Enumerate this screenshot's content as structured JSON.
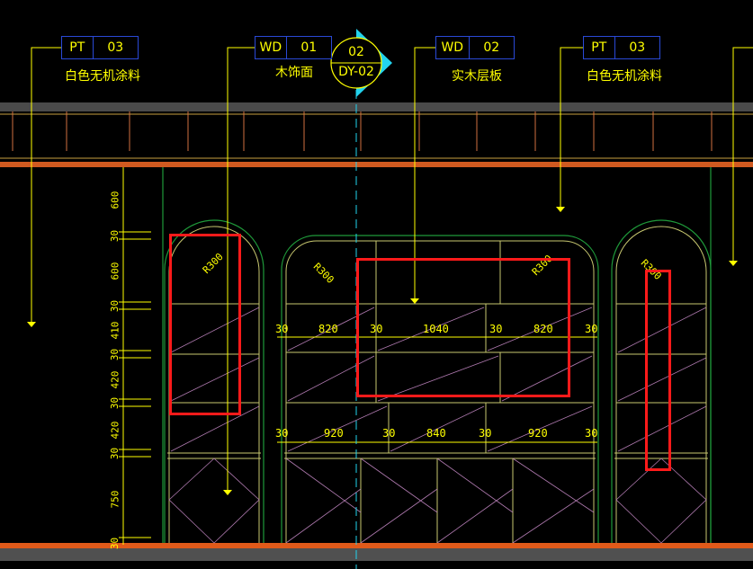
{
  "material_tags": [
    {
      "code": "PT",
      "number": "03",
      "name": "白色无机涂料"
    },
    {
      "code": "WD",
      "number": "01",
      "name": "木饰面"
    },
    {
      "code": "WD",
      "number": "02",
      "name": "实木层板"
    },
    {
      "code": "PT",
      "number": "03",
      "name": "白色无机涂料"
    }
  ],
  "section_symbol": {
    "number": "02",
    "sheet": "DY-02"
  },
  "radius_labels": [
    "R300",
    "R300",
    "R300",
    "R300"
  ],
  "vertical_dims": [
    "600",
    "30",
    "600",
    "30",
    "410",
    "30",
    "420",
    "30",
    "420",
    "30",
    "750",
    "30"
  ],
  "row_dims_upper": [
    "30",
    "820",
    "30",
    "1040",
    "30",
    "820",
    "30"
  ],
  "row_dims_lower": [
    "30",
    "920",
    "30",
    "840",
    "30",
    "920",
    "30"
  ],
  "colors": {
    "background": "#000000",
    "annotation": "#ffff00",
    "tag_border": "#2a49d6",
    "highlight": "#ff1a1a",
    "cabinet_line": "#1f9a3a",
    "floor_line": "#e05a1a",
    "centerline": "#22d3ee"
  }
}
